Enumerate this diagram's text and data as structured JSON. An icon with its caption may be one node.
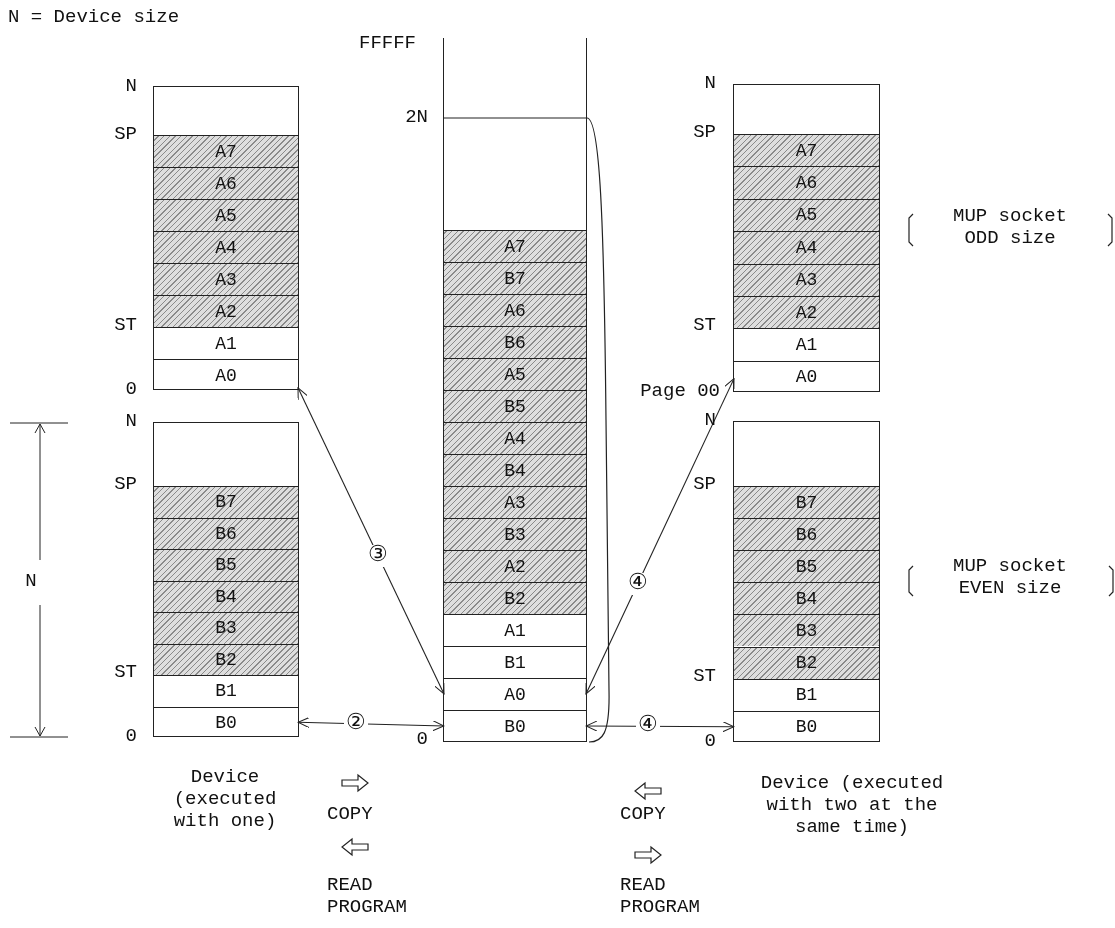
{
  "diagram": {
    "nodes": [
      {
        "text": [],
        "shape": "box"
      },
      {
        "text": [
          "A7"
        ],
        "in": 0
      },
      {
        "text": [
          "A6"
        ],
        "in": 0
      },
      {
        "text": [
          "A5"
        ],
        "in": 0
      },
      {
        "text": [
          "A4"
        ],
        "in": 0
      },
      {
        "text": [
          "A3"
        ],
        "in": 0
      },
      {
        "text": [
          "A2"
        ],
        "in": 0
      },
      {
        "text": [
          "A1"
        ],
        "in": 0
      },
      {
        "text": [
          "A0"
        ],
        "in": 0
      },
      {
        "text": [],
        "shape": "box"
      },
      {
        "text": [
          "B7"
        ],
        "in": 9
      },
      {
        "text": [
          "B6"
        ],
        "in": 9
      },
      {
        "text": [
          "B5"
        ],
        "in": 9
      },
      {
        "text": [
          "B4"
        ],
        "in": 9
      },
      {
        "text": [
          "B3"
        ],
        "in": 9
      },
      {
        "text": [
          "B2"
        ],
        "in": 9
      },
      {
        "text": [
          "B1"
        ],
        "in": 9
      },
      {
        "text": [
          "B0"
        ],
        "in": 9
      },
      {
        "text": [],
        "shape": "box"
      },
      {
        "text": [
          "A7"
        ],
        "in": 18
      },
      {
        "text": [
          "B7"
        ],
        "in": 18
      },
      {
        "text": [
          "A6"
        ],
        "in": 18
      },
      {
        "text": [
          "B6"
        ],
        "in": 18
      },
      {
        "text": [
          "A5"
        ],
        "in": 18
      },
      {
        "text": [
          "B5"
        ],
        "in": 18
      },
      {
        "text": [
          "A4"
        ],
        "in": 18
      },
      {
        "text": [
          "B4"
        ],
        "in": 18
      },
      {
        "text": [
          "A3"
        ],
        "in": 18
      },
      {
        "text": [
          "B3"
        ],
        "in": 18
      },
      {
        "text": [
          "A2"
        ],
        "in": 18
      },
      {
        "text": [
          "B2"
        ],
        "in": 18
      },
      {
        "text": [
          "A1"
        ],
        "in": 18
      },
      {
        "text": [
          "B1"
        ],
        "in": 18
      },
      {
        "text": [
          "A0"
        ],
        "in": 18
      },
      {
        "text": [
          "B0"
        ],
        "in": 18
      },
      {
        "text": [],
        "shape": "box"
      },
      {
        "text": [
          "A7"
        ],
        "in": 35
      },
      {
        "text": [
          "A6"
        ],
        "in": 35
      },
      {
        "text": [
          "A5"
        ],
        "in": 35
      },
      {
        "text": [
          "A4"
        ],
        "in": 35
      },
      {
        "text": [
          "A3"
        ],
        "in": 35
      },
      {
        "text": [
          "A2"
        ],
        "in": 35
      },
      {
        "text": [
          "A1"
        ],
        "in": 35
      },
      {
        "text": [
          "A0"
        ],
        "in": 35
      },
      {
        "text": [],
        "shape": "box"
      },
      {
        "text": [
          "B7"
        ],
        "in": 44
      },
      {
        "text": [
          "B6"
        ],
        "in": 44
      },
      {
        "text": [
          "B5"
        ],
        "in": 44
      },
      {
        "text": [
          "B4"
        ],
        "in": 44
      },
      {
        "text": [
          "B3"
        ],
        "in": 44
      },
      {
        "text": [
          "B2"
        ],
        "in": 44
      },
      {
        "text": [
          "B1"
        ],
        "in": 44
      },
      {
        "text": [
          "B0"
        ],
        "in": 44
      }
    ],
    "edges": [
      {
        "from": 8,
        "to": 33,
        "arrow": "both",
        "label": "③"
      },
      {
        "from": 17,
        "to": 34,
        "arrow": "both",
        "label": "②"
      },
      {
        "from": 33,
        "to": 43,
        "arrow": "both",
        "label": "④"
      },
      {
        "from": 34,
        "to": 52,
        "arrow": "both",
        "label": "④"
      }
    ],
    "labels": [
      "N = Device size",
      "FFFFF",
      "N",
      "SP",
      "ST",
      "0",
      "N",
      "SP",
      "ST",
      "0",
      "N",
      "2N",
      "0",
      "N",
      "SP",
      "ST",
      "Page 00",
      "N",
      "SP",
      "ST",
      "0",
      "MUP socket ODD size",
      "MUP socket EVEN size",
      "Device (executed with one)",
      "COPY",
      "READ PROGRAM",
      "COPY",
      "READ PROGRAM",
      "Device (executed with two at the same time)"
    ]
  }
}
